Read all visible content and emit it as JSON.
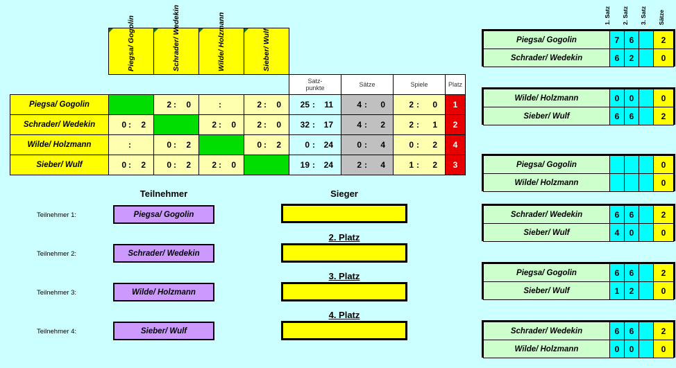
{
  "colors": {
    "background": "#ccffff",
    "header_yellow": "#ffff00",
    "cell_light_yellow": "#ffffb0",
    "self_green": "#00dd00",
    "satzpunkte_blue": "#ccffff",
    "saetze_gray": "#c0c0c0",
    "platz_red": "#e80000",
    "participant_purple": "#cc99ff",
    "match_green": "#ccffcc",
    "set_cyan": "#00ffff"
  },
  "cross_table": {
    "column_headers_vertical": [
      "Piegsa/ Gogolin",
      "Schrader/ Wedekin",
      "Wilde/ Holzmann",
      "Sieber/ Wulf"
    ],
    "stat_headers": [
      {
        "line1": "Satz-",
        "line2": "punkte"
      },
      {
        "line1": "Sätze",
        "line2": ""
      },
      {
        "line1": "Spiele",
        "line2": ""
      },
      {
        "line1": "Platz",
        "line2": ""
      }
    ],
    "rows": [
      {
        "name": "Piegsa/ Gogolin",
        "cells": [
          {
            "self": true,
            "left": "",
            "sep": "",
            "right": ""
          },
          {
            "self": false,
            "left": "2",
            "sep": ":",
            "right": "0"
          },
          {
            "self": false,
            "left": "",
            "sep": ":",
            "right": ""
          },
          {
            "self": false,
            "left": "2",
            "sep": ":",
            "right": "0"
          }
        ],
        "satzpunkte": {
          "left": "25",
          "sep": ":",
          "right": "11"
        },
        "saetze": {
          "left": "4",
          "sep": ":",
          "right": "0"
        },
        "spiele": {
          "left": "2",
          "sep": ":",
          "right": "0"
        },
        "platz": "1"
      },
      {
        "name": "Schrader/ Wedekin",
        "cells": [
          {
            "self": false,
            "left": "0",
            "sep": ":",
            "right": "2"
          },
          {
            "self": true,
            "left": "",
            "sep": "",
            "right": ""
          },
          {
            "self": false,
            "left": "2",
            "sep": ":",
            "right": "0"
          },
          {
            "self": false,
            "left": "2",
            "sep": ":",
            "right": "0"
          }
        ],
        "satzpunkte": {
          "left": "32",
          "sep": ":",
          "right": "17"
        },
        "saetze": {
          "left": "4",
          "sep": ":",
          "right": "2"
        },
        "spiele": {
          "left": "2",
          "sep": ":",
          "right": "1"
        },
        "platz": "2"
      },
      {
        "name": "Wilde/ Holzmann",
        "cells": [
          {
            "self": false,
            "left": "",
            "sep": ":",
            "right": ""
          },
          {
            "self": false,
            "left": "0",
            "sep": ":",
            "right": "2"
          },
          {
            "self": true,
            "left": "",
            "sep": "",
            "right": ""
          },
          {
            "self": false,
            "left": "0",
            "sep": ":",
            "right": "2"
          }
        ],
        "satzpunkte": {
          "left": "0",
          "sep": ":",
          "right": "24"
        },
        "saetze": {
          "left": "0",
          "sep": ":",
          "right": "4"
        },
        "spiele": {
          "left": "0",
          "sep": ":",
          "right": "2"
        },
        "platz": "4"
      },
      {
        "name": "Sieber/ Wulf",
        "cells": [
          {
            "self": false,
            "left": "0",
            "sep": ":",
            "right": "2"
          },
          {
            "self": false,
            "left": "0",
            "sep": ":",
            "right": "2"
          },
          {
            "self": false,
            "left": "2",
            "sep": ":",
            "right": "0"
          },
          {
            "self": true,
            "left": "",
            "sep": "",
            "right": ""
          }
        ],
        "satzpunkte": {
          "left": "19",
          "sep": ":",
          "right": "24"
        },
        "saetze": {
          "left": "2",
          "sep": ":",
          "right": "4"
        },
        "spiele": {
          "left": "1",
          "sep": ":",
          "right": "2"
        },
        "platz": "3"
      }
    ]
  },
  "participants": {
    "title": "Teilnehmer",
    "items": [
      {
        "label": "Teilnehmer 1:",
        "name": "Piegsa/ Gogolin"
      },
      {
        "label": "Teilnehmer 2:",
        "name": "Schrader/ Wedekin"
      },
      {
        "label": "Teilnehmer 3:",
        "name": "Wilde/ Holzmann"
      },
      {
        "label": "Teilnehmer 4:",
        "name": "Sieber/ Wulf"
      }
    ]
  },
  "winners": {
    "titles": [
      "Sieger",
      "2. Platz",
      "3. Platz",
      "4. Platz"
    ],
    "values": [
      "",
      "",
      "",
      ""
    ]
  },
  "match_panels": {
    "set_headers": [
      "1. Satz",
      "2. Satz",
      "3. Satz",
      "Sätze"
    ],
    "panels": [
      {
        "rows": [
          {
            "name": "Piegsa/ Gogolin",
            "sets": [
              "7",
              "6",
              ""
            ],
            "total": "2"
          },
          {
            "name": "Schrader/ Wedekin",
            "sets": [
              "6",
              "2",
              ""
            ],
            "total": "0"
          }
        ]
      },
      {
        "rows": [
          {
            "name": "Wilde/ Holzmann",
            "sets": [
              "0",
              "0",
              ""
            ],
            "total": "0"
          },
          {
            "name": "Sieber/ Wulf",
            "sets": [
              "6",
              "6",
              ""
            ],
            "total": "2"
          }
        ]
      },
      {
        "rows": [
          {
            "name": "Piegsa/ Gogolin",
            "sets": [
              "",
              "",
              ""
            ],
            "total": "0"
          },
          {
            "name": "Wilde/ Holzmann",
            "sets": [
              "",
              "",
              ""
            ],
            "total": "0"
          }
        ]
      },
      {
        "rows": [
          {
            "name": "Schrader/ Wedekin",
            "sets": [
              "6",
              "6",
              ""
            ],
            "total": "2"
          },
          {
            "name": "Sieber/ Wulf",
            "sets": [
              "4",
              "0",
              ""
            ],
            "total": "0"
          }
        ]
      },
      {
        "rows": [
          {
            "name": "Piegsa/ Gogolin",
            "sets": [
              "6",
              "6",
              ""
            ],
            "total": "2"
          },
          {
            "name": "Sieber/ Wulf",
            "sets": [
              "1",
              "2",
              ""
            ],
            "total": "0"
          }
        ]
      },
      {
        "rows": [
          {
            "name": "Schrader/ Wedekin",
            "sets": [
              "6",
              "6",
              ""
            ],
            "total": "2"
          },
          {
            "name": "Wilde/ Holzmann",
            "sets": [
              "0",
              "0",
              ""
            ],
            "total": "0"
          }
        ]
      }
    ]
  }
}
